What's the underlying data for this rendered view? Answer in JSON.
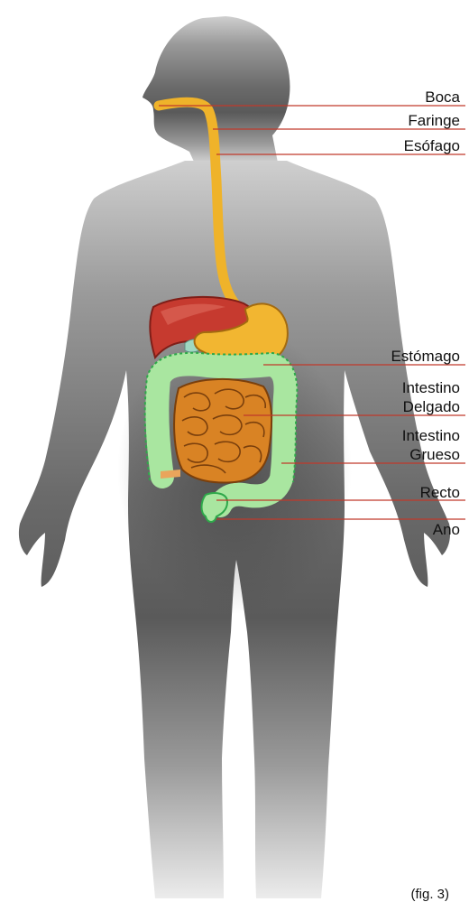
{
  "diagram": {
    "labels": {
      "boca": "Boca",
      "faringe": "Faringe",
      "esofago": "Esófago",
      "estomago": "Estómago",
      "intestino_delgado_1": "Intestino",
      "intestino_delgado_2": "Delgado",
      "intestino_grueso_1": "Intestino",
      "intestino_grueso_2": "Grueso",
      "recto": "Recto",
      "ano": "Ano"
    },
    "caption": "(fig. 3)",
    "colors": {
      "leader_line": "#c0392b",
      "esophagus": "#efb32a",
      "liver": "#c63a2f",
      "stomach": "#f2b631",
      "small_intestine": "#d98324",
      "large_intestine": "#a9e6a0"
    }
  }
}
